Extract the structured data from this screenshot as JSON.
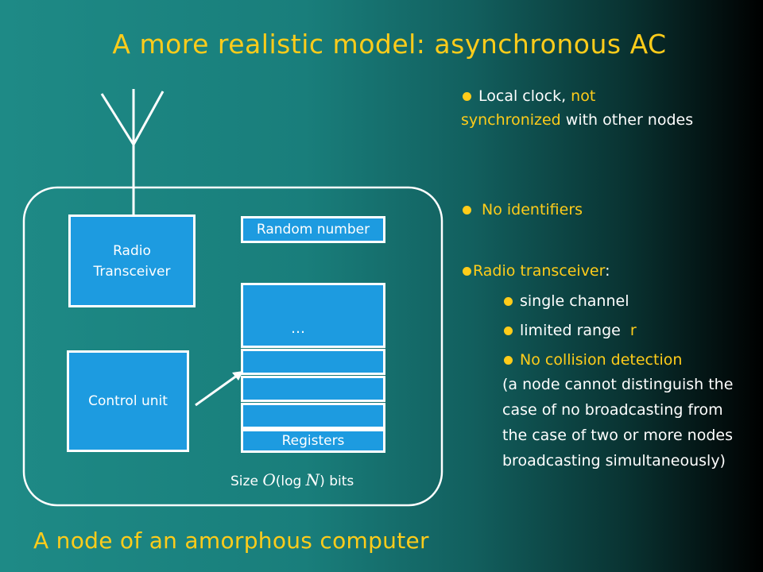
{
  "title": "A more realistic model: asynchronous  AC",
  "caption": "A node of an amorphous computer",
  "diagram": {
    "radio_line1": "Radio",
    "radio_line2": "Transceiver",
    "random_number": "Random number",
    "ellipsis": "…",
    "control_unit": "Control unit",
    "registers": "Registers",
    "size_prefix": "Size ",
    "size_o": "O",
    "size_log": "(log ",
    "size_n": "N",
    "size_suffix": ") bits"
  },
  "bullets": {
    "local_clock_a": "Local clock, ",
    "local_clock_b": "not synchronized",
    "local_clock_c": " with other nodes",
    "no_identifiers": "No identifiers",
    "radio_transceiver": "Radio transceiver",
    "radio_colon": ":",
    "single_channel": "single channel",
    "limited_range": "limited range  ",
    "range_r": "r",
    "no_collision": "No collision detection",
    "collision_note": "(a node cannot distinguish the case of no broadcasting from the case of two or more nodes broadcasting simultaneously)"
  },
  "colors": {
    "accent": "#ffcc1a",
    "box_fill": "#1d9be0",
    "outline": "#ffffff"
  }
}
